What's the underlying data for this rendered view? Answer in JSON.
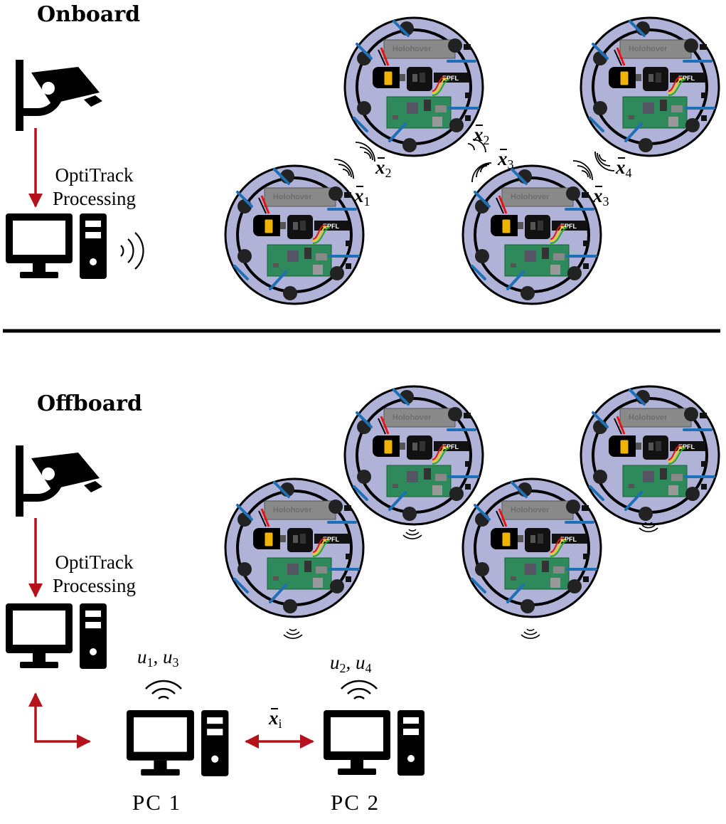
{
  "onboard": {
    "heading": "Onboard",
    "processing": [
      "OptiTrack",
      "Processing"
    ],
    "robot_board_label": "Holohover",
    "robot_chip_label": "EPFL",
    "state_labels": [
      {
        "sym": "x",
        "sub": "1"
      },
      {
        "sym": "x",
        "sub": "2"
      },
      {
        "sym": "x",
        "sub": "2"
      },
      {
        "sym": "x",
        "sub": "3"
      },
      {
        "sym": "x",
        "sub": "3"
      },
      {
        "sym": "x",
        "sub": "4"
      }
    ]
  },
  "offboard": {
    "heading": "Offboard",
    "processing": [
      "OptiTrack",
      "Processing"
    ],
    "pc1": {
      "label": "PC 1",
      "inputs": [
        {
          "sym": "u",
          "sub": "1"
        },
        {
          "sym": "u",
          "sub": "3"
        }
      ]
    },
    "pc2": {
      "label": "PC 2",
      "inputs": [
        {
          "sym": "u",
          "sub": "2"
        },
        {
          "sym": "u",
          "sub": "4"
        }
      ]
    },
    "exchange": {
      "sym": "x",
      "sub": "i"
    }
  },
  "colors": {
    "arrow": "#b5121b",
    "robot_disc": "#b0b2d8",
    "board": "#2e8a5a",
    "propeller": "#1f6fb5",
    "battery": "#f0b400",
    "battery_pack": "#8a8a8a"
  },
  "icons": [
    "camera-icon",
    "computer-icon",
    "wifi-icon",
    "arrow-icon",
    "robot-icon"
  ]
}
